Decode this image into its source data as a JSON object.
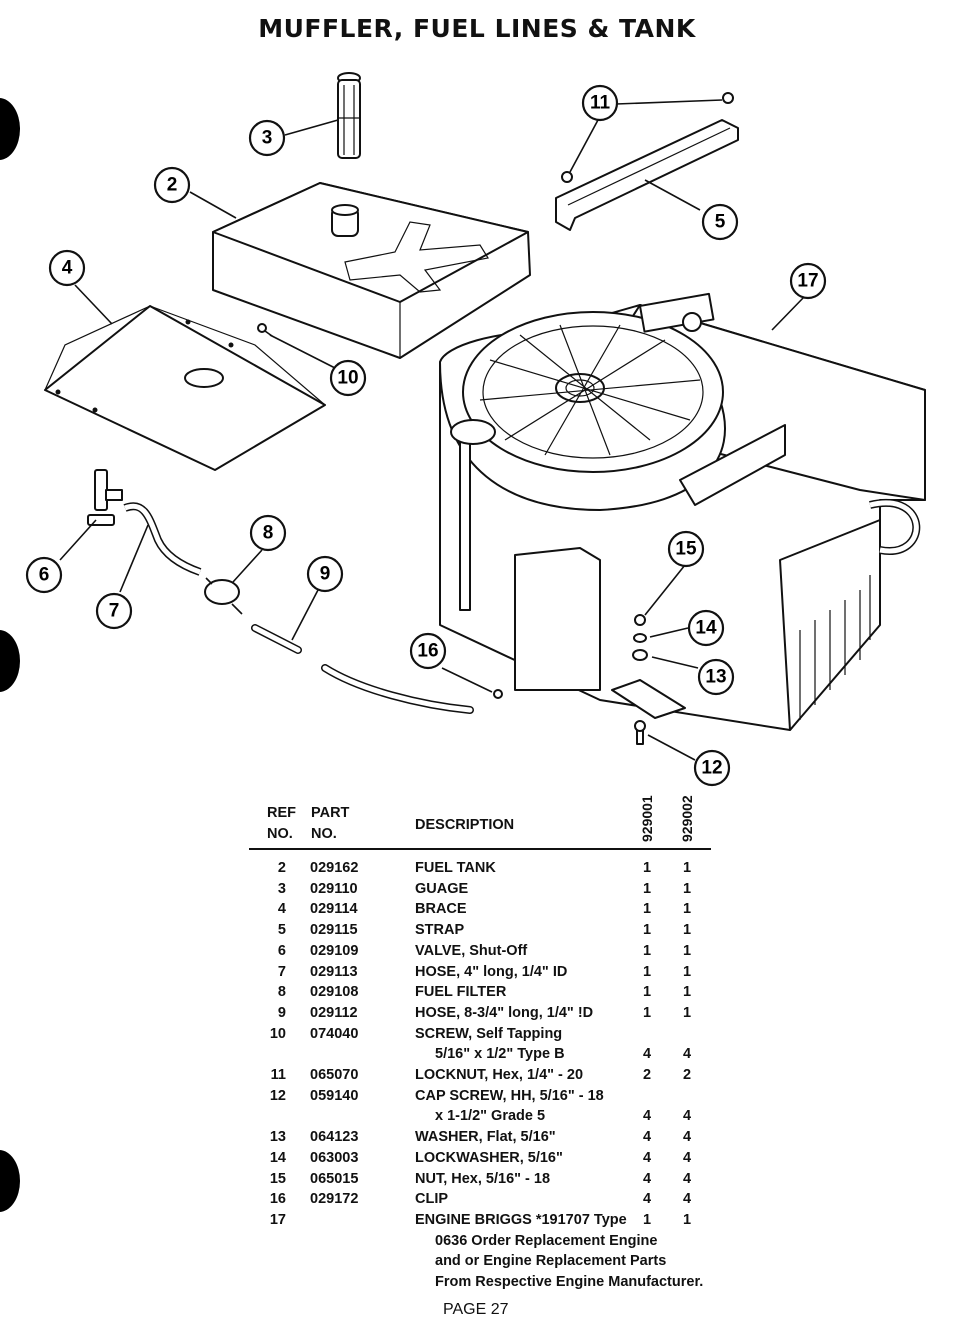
{
  "title": "MUFFLER, FUEL LINES & TANK",
  "callouts": [
    "2",
    "3",
    "4",
    "5",
    "6",
    "7",
    "8",
    "9",
    "10",
    "11",
    "12",
    "13",
    "14",
    "15",
    "16",
    "17"
  ],
  "table": {
    "headers": {
      "ref_1": "REF",
      "ref_2": "NO.",
      "part_1": "PART",
      "part_2": "NO.",
      "description": "DESCRIPTION",
      "model_1": "929001",
      "model_2": "929002"
    },
    "rows": [
      {
        "ref": "2",
        "part": "029162",
        "desc": "FUEL TANK",
        "q1": "1",
        "q2": "1"
      },
      {
        "ref": "3",
        "part": "029110",
        "desc": "GUAGE",
        "q1": "1",
        "q2": "1"
      },
      {
        "ref": "4",
        "part": "029114",
        "desc": "BRACE",
        "q1": "1",
        "q2": "1"
      },
      {
        "ref": "5",
        "part": "029115",
        "desc": "STRAP",
        "q1": "1",
        "q2": "1"
      },
      {
        "ref": "6",
        "part": "029109",
        "desc": "VALVE, Shut-Off",
        "q1": "1",
        "q2": "1"
      },
      {
        "ref": "7",
        "part": "029113",
        "desc": "HOSE, 4\" long, 1/4\" ID",
        "q1": "1",
        "q2": "1"
      },
      {
        "ref": "8",
        "part": "029108",
        "desc": "FUEL FILTER",
        "q1": "1",
        "q2": "1"
      },
      {
        "ref": "9",
        "part": "029112",
        "desc": "HOSE, 8-3/4\" long, 1/4\" !D",
        "q1": "1",
        "q2": "1"
      },
      {
        "ref": "10",
        "part": "074040",
        "desc": "SCREW, Self Tapping",
        "q1": "",
        "q2": ""
      },
      {
        "ref": "",
        "part": "",
        "desc": "5/16\" x 1/2\" Type B",
        "q1": "4",
        "q2": "4",
        "indent": true
      },
      {
        "ref": "11",
        "part": "065070",
        "desc": "LOCKNUT, Hex, 1/4\" - 20",
        "q1": "2",
        "q2": "2"
      },
      {
        "ref": "12",
        "part": "059140",
        "desc": "CAP SCREW, HH, 5/16\" - 18",
        "q1": "",
        "q2": ""
      },
      {
        "ref": "",
        "part": "",
        "desc": "x 1-1/2\" Grade 5",
        "q1": "4",
        "q2": "4",
        "indent": true
      },
      {
        "ref": "13",
        "part": "064123",
        "desc": "WASHER, Flat, 5/16\"",
        "q1": "4",
        "q2": "4"
      },
      {
        "ref": "14",
        "part": "063003",
        "desc": "LOCKWASHER, 5/16\"",
        "q1": "4",
        "q2": "4"
      },
      {
        "ref": "15",
        "part": "065015",
        "desc": "NUT, Hex, 5/16\" - 18",
        "q1": "4",
        "q2": "4"
      },
      {
        "ref": "16",
        "part": "029172",
        "desc": "CLIP",
        "q1": "4",
        "q2": "4"
      },
      {
        "ref": "17",
        "part": "",
        "desc": "ENGINE BRIGGS *191707 Type",
        "q1": "1",
        "q2": "1"
      },
      {
        "ref": "",
        "part": "",
        "desc": "0636 Order Replacement Engine",
        "q1": "",
        "q2": "",
        "indent": true
      },
      {
        "ref": "",
        "part": "",
        "desc": "and or Engine Replacement Parts",
        "q1": "",
        "q2": "",
        "indent": true
      },
      {
        "ref": "",
        "part": "",
        "desc": "From Respective Engine Manufacturer.",
        "q1": "",
        "q2": "",
        "indent": true
      }
    ]
  },
  "page_label": "PAGE 27"
}
